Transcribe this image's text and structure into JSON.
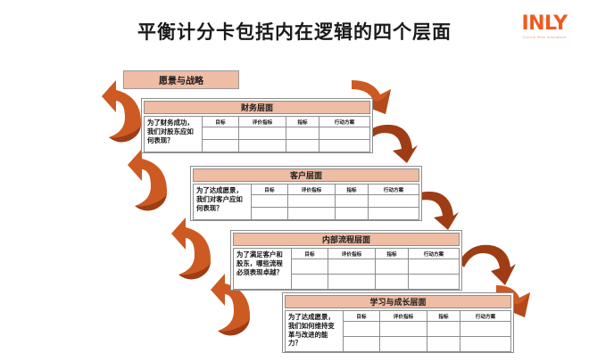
{
  "header": {
    "title": "平衡计分卡包括内在逻辑的四个层面",
    "logo_text": "INLY",
    "logo_subtext": "Control  Risk  Innovation",
    "accent_color": "#F05A1E"
  },
  "diagram": {
    "vision": {
      "label": "愿景与战略"
    },
    "colors": {
      "title_bar": "#EFBCA4",
      "arrow_light": "#D2622A",
      "arrow_dark": "#A8421A",
      "border": "#8d8d8d"
    },
    "columns": [
      "目标",
      "评价指标",
      "指标",
      "行动方案"
    ],
    "perspectives": [
      {
        "name": "financial",
        "title": "财务层面",
        "question": "为了财务成功，我们对股东应如何表现？",
        "columns": [
          "目标",
          "评价指标",
          "指标",
          "行动方案"
        ],
        "empty_rows": 2
      },
      {
        "name": "customer",
        "title": "客户层面",
        "question": "为了达成愿景，我们对客户应如何表现？",
        "columns": [
          "目标",
          "评价指标",
          "指标",
          "行动方案"
        ],
        "empty_rows": 2
      },
      {
        "name": "internal-process",
        "title": "内部流程层面",
        "question": "为了满足客户和股东，哪些流程必须表现卓越？",
        "columns": [
          "目标",
          "评价指标",
          "指标",
          "行动方案"
        ],
        "empty_rows": 2
      },
      {
        "name": "learning-growth",
        "title": "学习与成长层面",
        "question": "为了达成愿景，我们如何维持变革与改进的能力？",
        "columns": [
          "目标",
          "评价指标",
          "指标",
          "行动方案"
        ],
        "empty_rows": 2
      }
    ]
  }
}
